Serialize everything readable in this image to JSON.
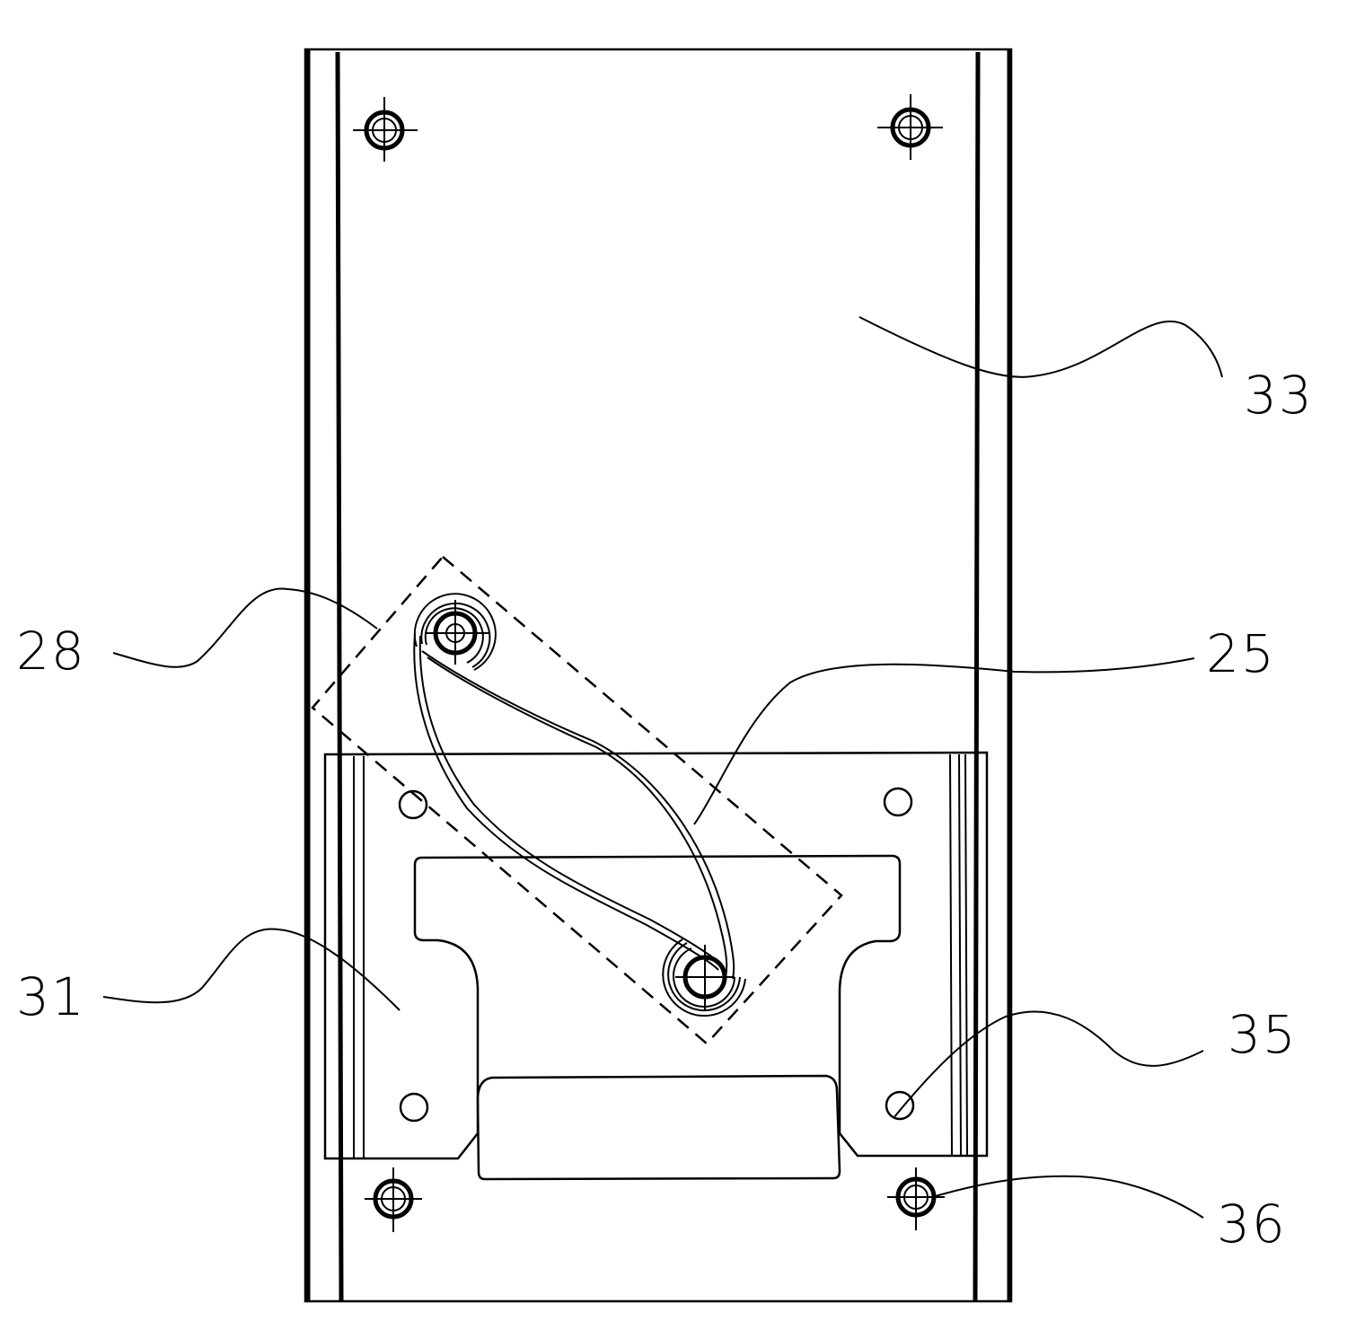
{
  "figure": {
    "type": "mechanical line drawing",
    "description": "Plan view of a plate with torsion spring mechanism mounted on a sliding bracket",
    "line_color": "#000000",
    "background_color": "#ffffff"
  },
  "labels": [
    {
      "id": "33",
      "text": "33",
      "refers_to": "main plate"
    },
    {
      "id": "28",
      "text": "28",
      "refers_to": "dashed spring housing outline"
    },
    {
      "id": "25",
      "text": "25",
      "refers_to": "torsion spring wire"
    },
    {
      "id": "31",
      "text": "31",
      "refers_to": "sliding bracket"
    },
    {
      "id": "35",
      "text": "35",
      "refers_to": "bracket mounting hole"
    },
    {
      "id": "36",
      "text": "36",
      "refers_to": "screw / fastener"
    }
  ]
}
